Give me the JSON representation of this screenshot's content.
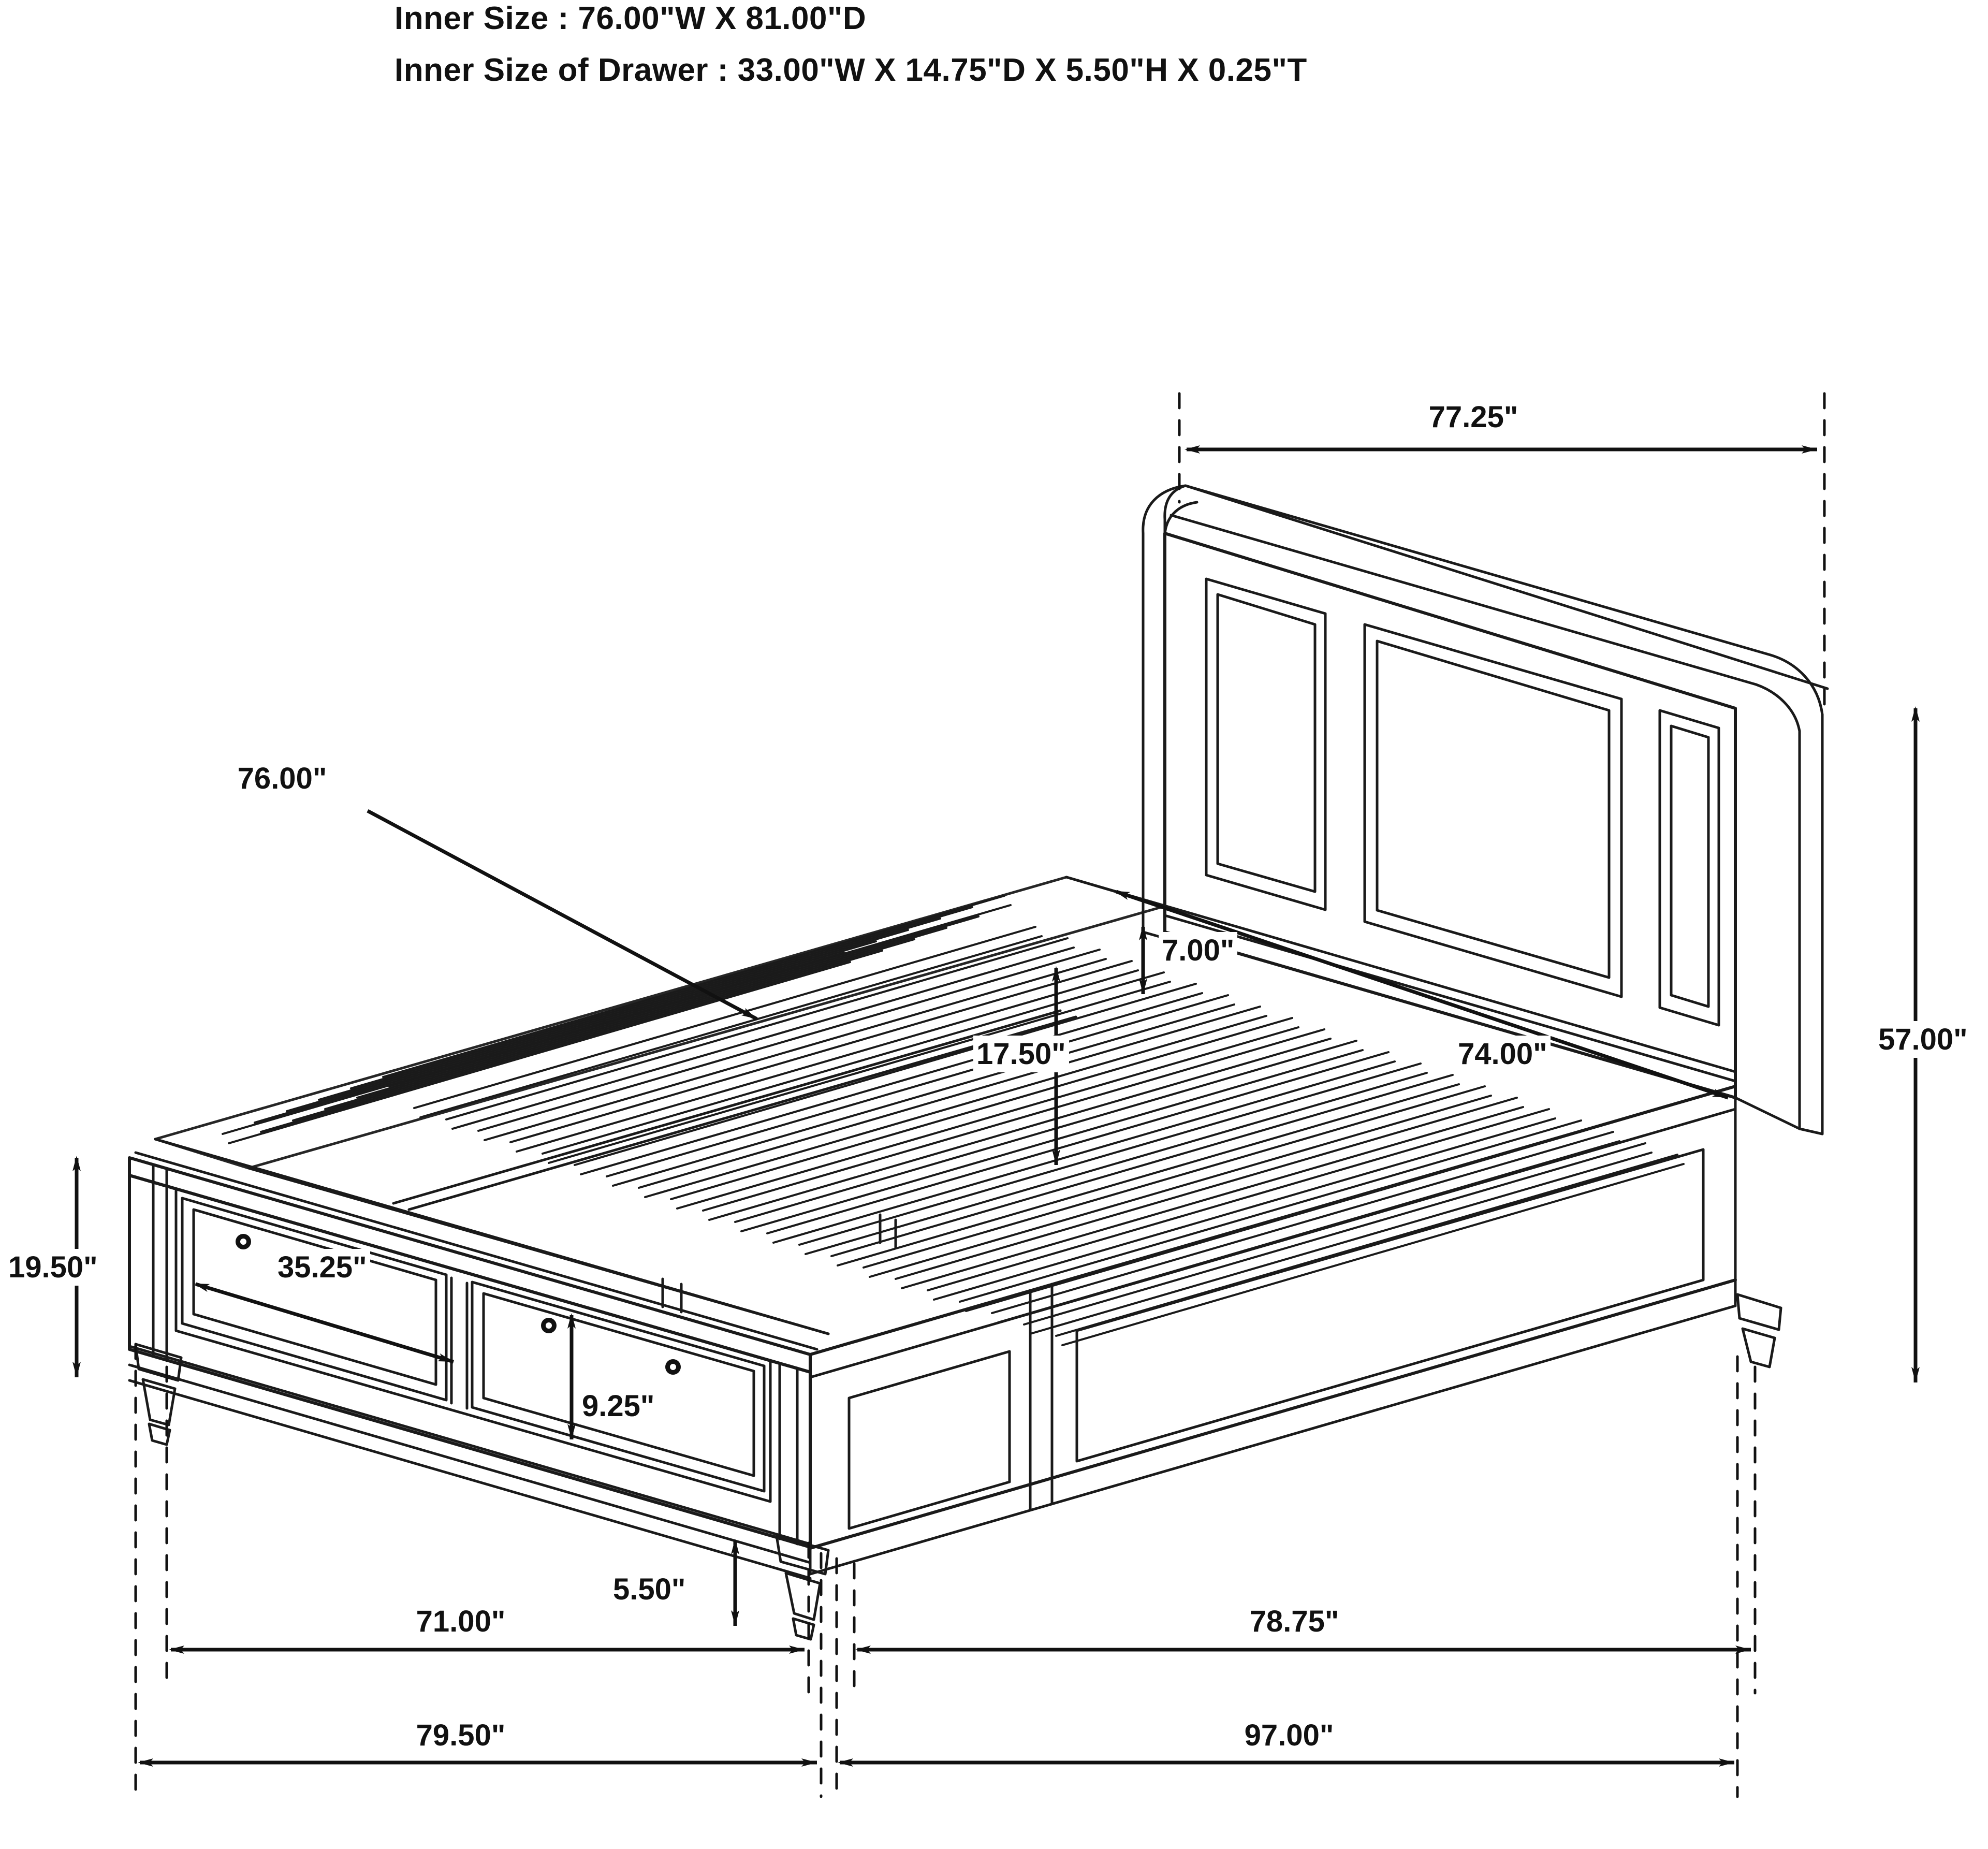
{
  "drawing": {
    "title_lines": [
      "Inner Size : 76.00\"W X 81.00\"D",
      "Inner Size of Drawer : 33.00\"W X 14.75\"D X 5.50\"H X 0.25\"T"
    ],
    "subject": "storage-sleigh-bed",
    "units": "inches",
    "line_color": "#1a1a1a",
    "background_color": "#ffffff"
  },
  "chart_data": {
    "type": "table",
    "title": "Bed frame dimension callouts",
    "xlabel": "",
    "ylabel": "",
    "categories": [
      "headboard-width",
      "headboard-height",
      "mattress-deck-width",
      "interior-rail-length",
      "slat-to-headboard-panel",
      "deck-to-rail-top",
      "footboard-height",
      "drawer-front-width",
      "drawer-front-height",
      "leg-clearance",
      "footboard-leg-span",
      "side-rail-leg-span",
      "overall-width",
      "overall-length"
    ],
    "values": [
      77.25,
      57.0,
      76.0,
      74.0,
      7.0,
      17.5,
      19.5,
      35.25,
      9.25,
      5.5,
      71.0,
      78.75,
      79.5,
      97.0
    ],
    "unit": "in"
  },
  "dimensions": {
    "top_width": "77.25\"",
    "right_height": "57.00\"",
    "deck_width": "76.00\"",
    "rail_interior": "74.00\"",
    "headboard_panel_gap": "7.00\"",
    "deck_height": "17.50\"",
    "footboard_height": "19.50\"",
    "drawer_width": "35.25\"",
    "drawer_height": "9.25\"",
    "leg_clearance": "5.50\"",
    "footboard_span": "71.00\"",
    "side_span": "78.75\"",
    "overall_width": "79.50\"",
    "overall_length": "97.00\""
  }
}
